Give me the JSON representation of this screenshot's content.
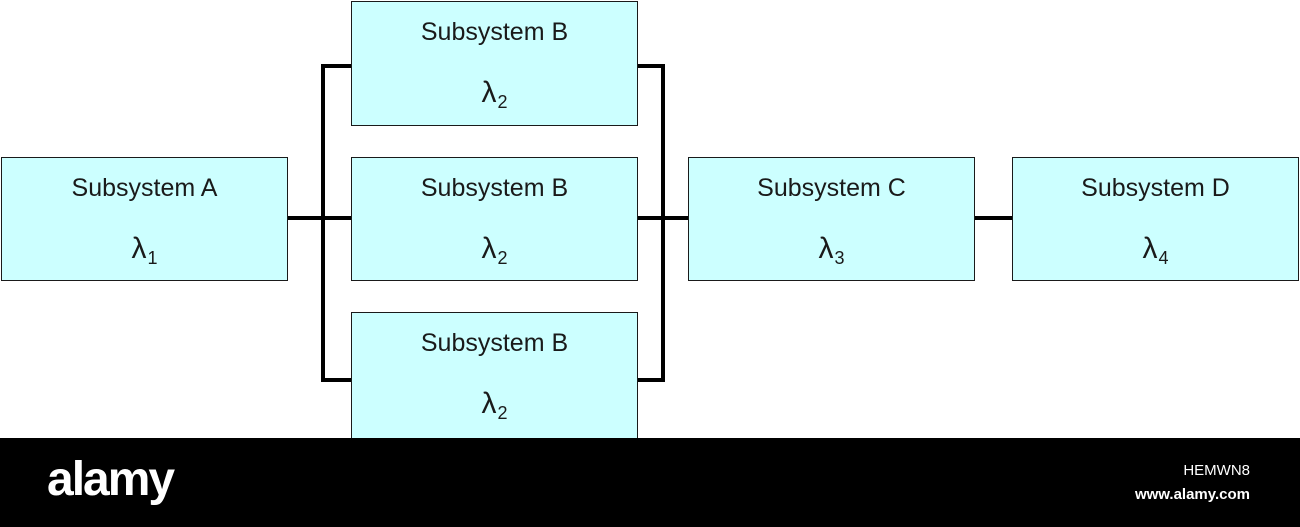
{
  "blocks": {
    "a": {
      "title": "Subsystem A",
      "rate_symbol": "λ",
      "rate_index": "1"
    },
    "b1": {
      "title": "Subsystem B",
      "rate_symbol": "λ",
      "rate_index": "2"
    },
    "b2": {
      "title": "Subsystem B",
      "rate_symbol": "λ",
      "rate_index": "2"
    },
    "b3": {
      "title": "Subsystem B",
      "rate_symbol": "λ",
      "rate_index": "2"
    },
    "c": {
      "title": "Subsystem C",
      "rate_symbol": "λ",
      "rate_index": "3"
    },
    "d": {
      "title": "Subsystem D",
      "rate_symbol": "λ",
      "rate_index": "4"
    }
  },
  "colors": {
    "block_fill": "#ccffff",
    "line": "#000000",
    "footer": "#000000"
  },
  "footer": {
    "logo": "alamy",
    "image_code": "HEMWN8",
    "url": "www.alamy.com"
  }
}
